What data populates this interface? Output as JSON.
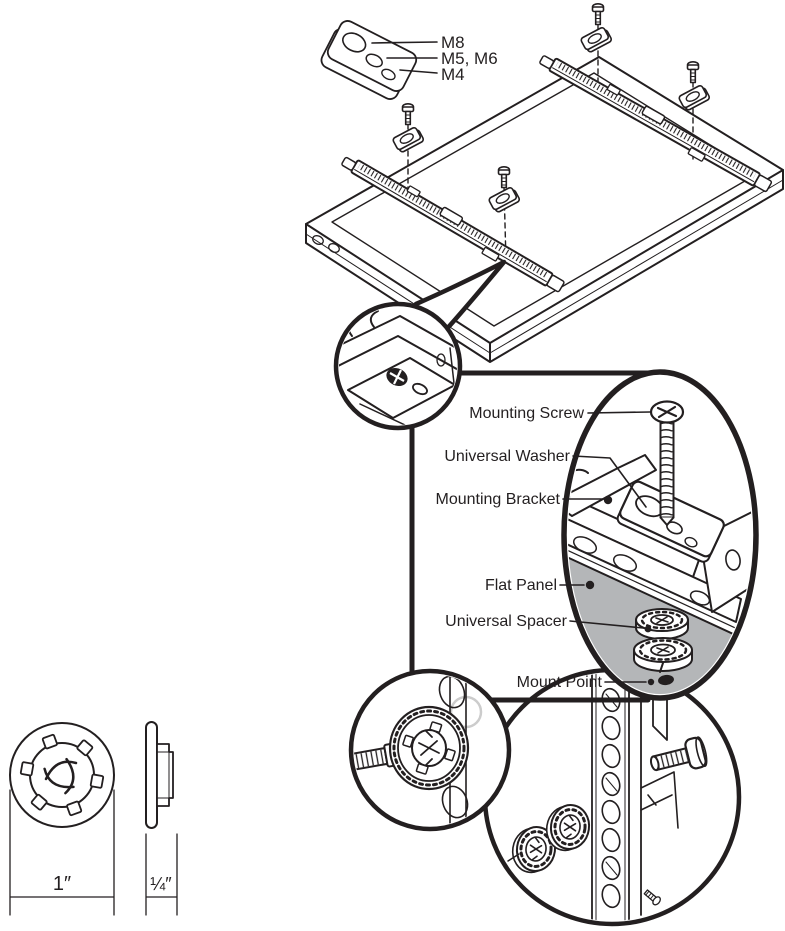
{
  "diagram": {
    "plate": {
      "m8": "M8",
      "m5_m6": "M5, M6",
      "m4": "M4"
    },
    "callout": {
      "mounting_screw": "Mounting Screw",
      "universal_washer": "Universal Washer",
      "mounting_bracket": "Mounting Bracket",
      "flat_panel": "Flat Panel",
      "universal_spacer": "Universal Spacer",
      "mount_point": "Mount Point"
    },
    "dims": {
      "diameter": "1″",
      "thickness": "¼″"
    },
    "colors": {
      "line": "#231f20",
      "panel_fill": "#b4b6b8",
      "background": "#ffffff"
    }
  }
}
